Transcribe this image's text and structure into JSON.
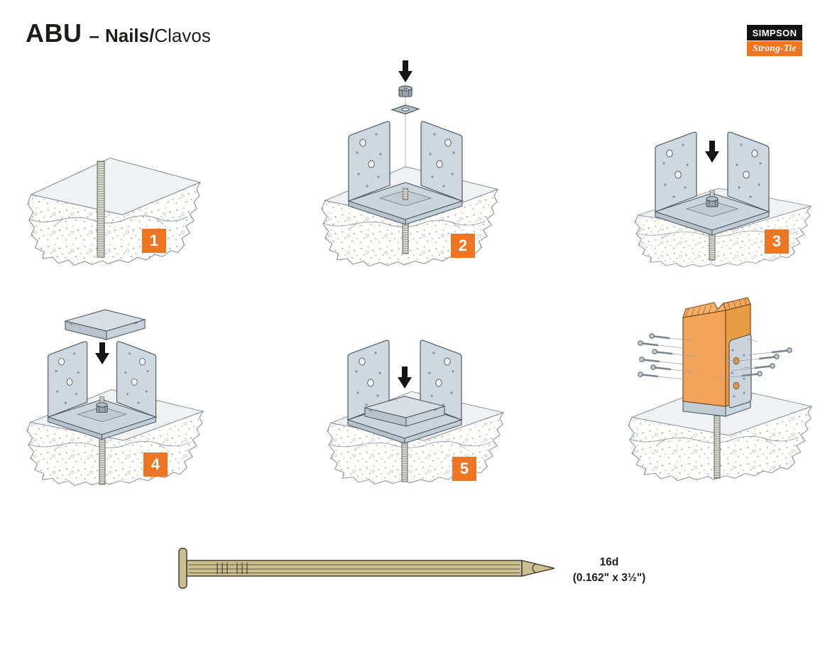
{
  "header": {
    "product": "ABU",
    "dash": "–",
    "title_bold": "Nails/",
    "title_regular": "Clavos"
  },
  "logo": {
    "simpson": "SIMPSON",
    "strongtie": "Strong-Tie"
  },
  "steps": [
    {
      "number": "1"
    },
    {
      "number": "2"
    },
    {
      "number": "3"
    },
    {
      "number": "4"
    },
    {
      "number": "5"
    }
  ],
  "nail": {
    "size": "16d",
    "dimensions": "(0.162\" x 3½\")"
  },
  "colors": {
    "accent_orange": "#EE7623",
    "steel_gray": "#CFD8DF",
    "wood_orange": "#F2A55A",
    "nail_gold": "#C9BF91",
    "logo_black": "#121212",
    "concrete_line": "#858D92"
  }
}
